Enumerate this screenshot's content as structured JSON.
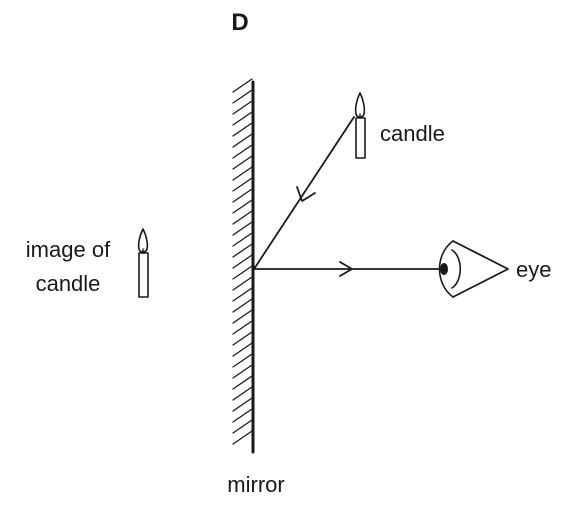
{
  "diagram": {
    "title": "D",
    "labels": {
      "candle": "candle",
      "eye": "eye",
      "image_line1": "image of",
      "image_line2": "candle",
      "mirror": "mirror"
    },
    "colors": {
      "ink": "#1a1a1a",
      "background": "#ffffff"
    },
    "icons": [
      "candle-icon",
      "image-candle-icon",
      "eye-icon",
      "mirror-hatching"
    ]
  }
}
